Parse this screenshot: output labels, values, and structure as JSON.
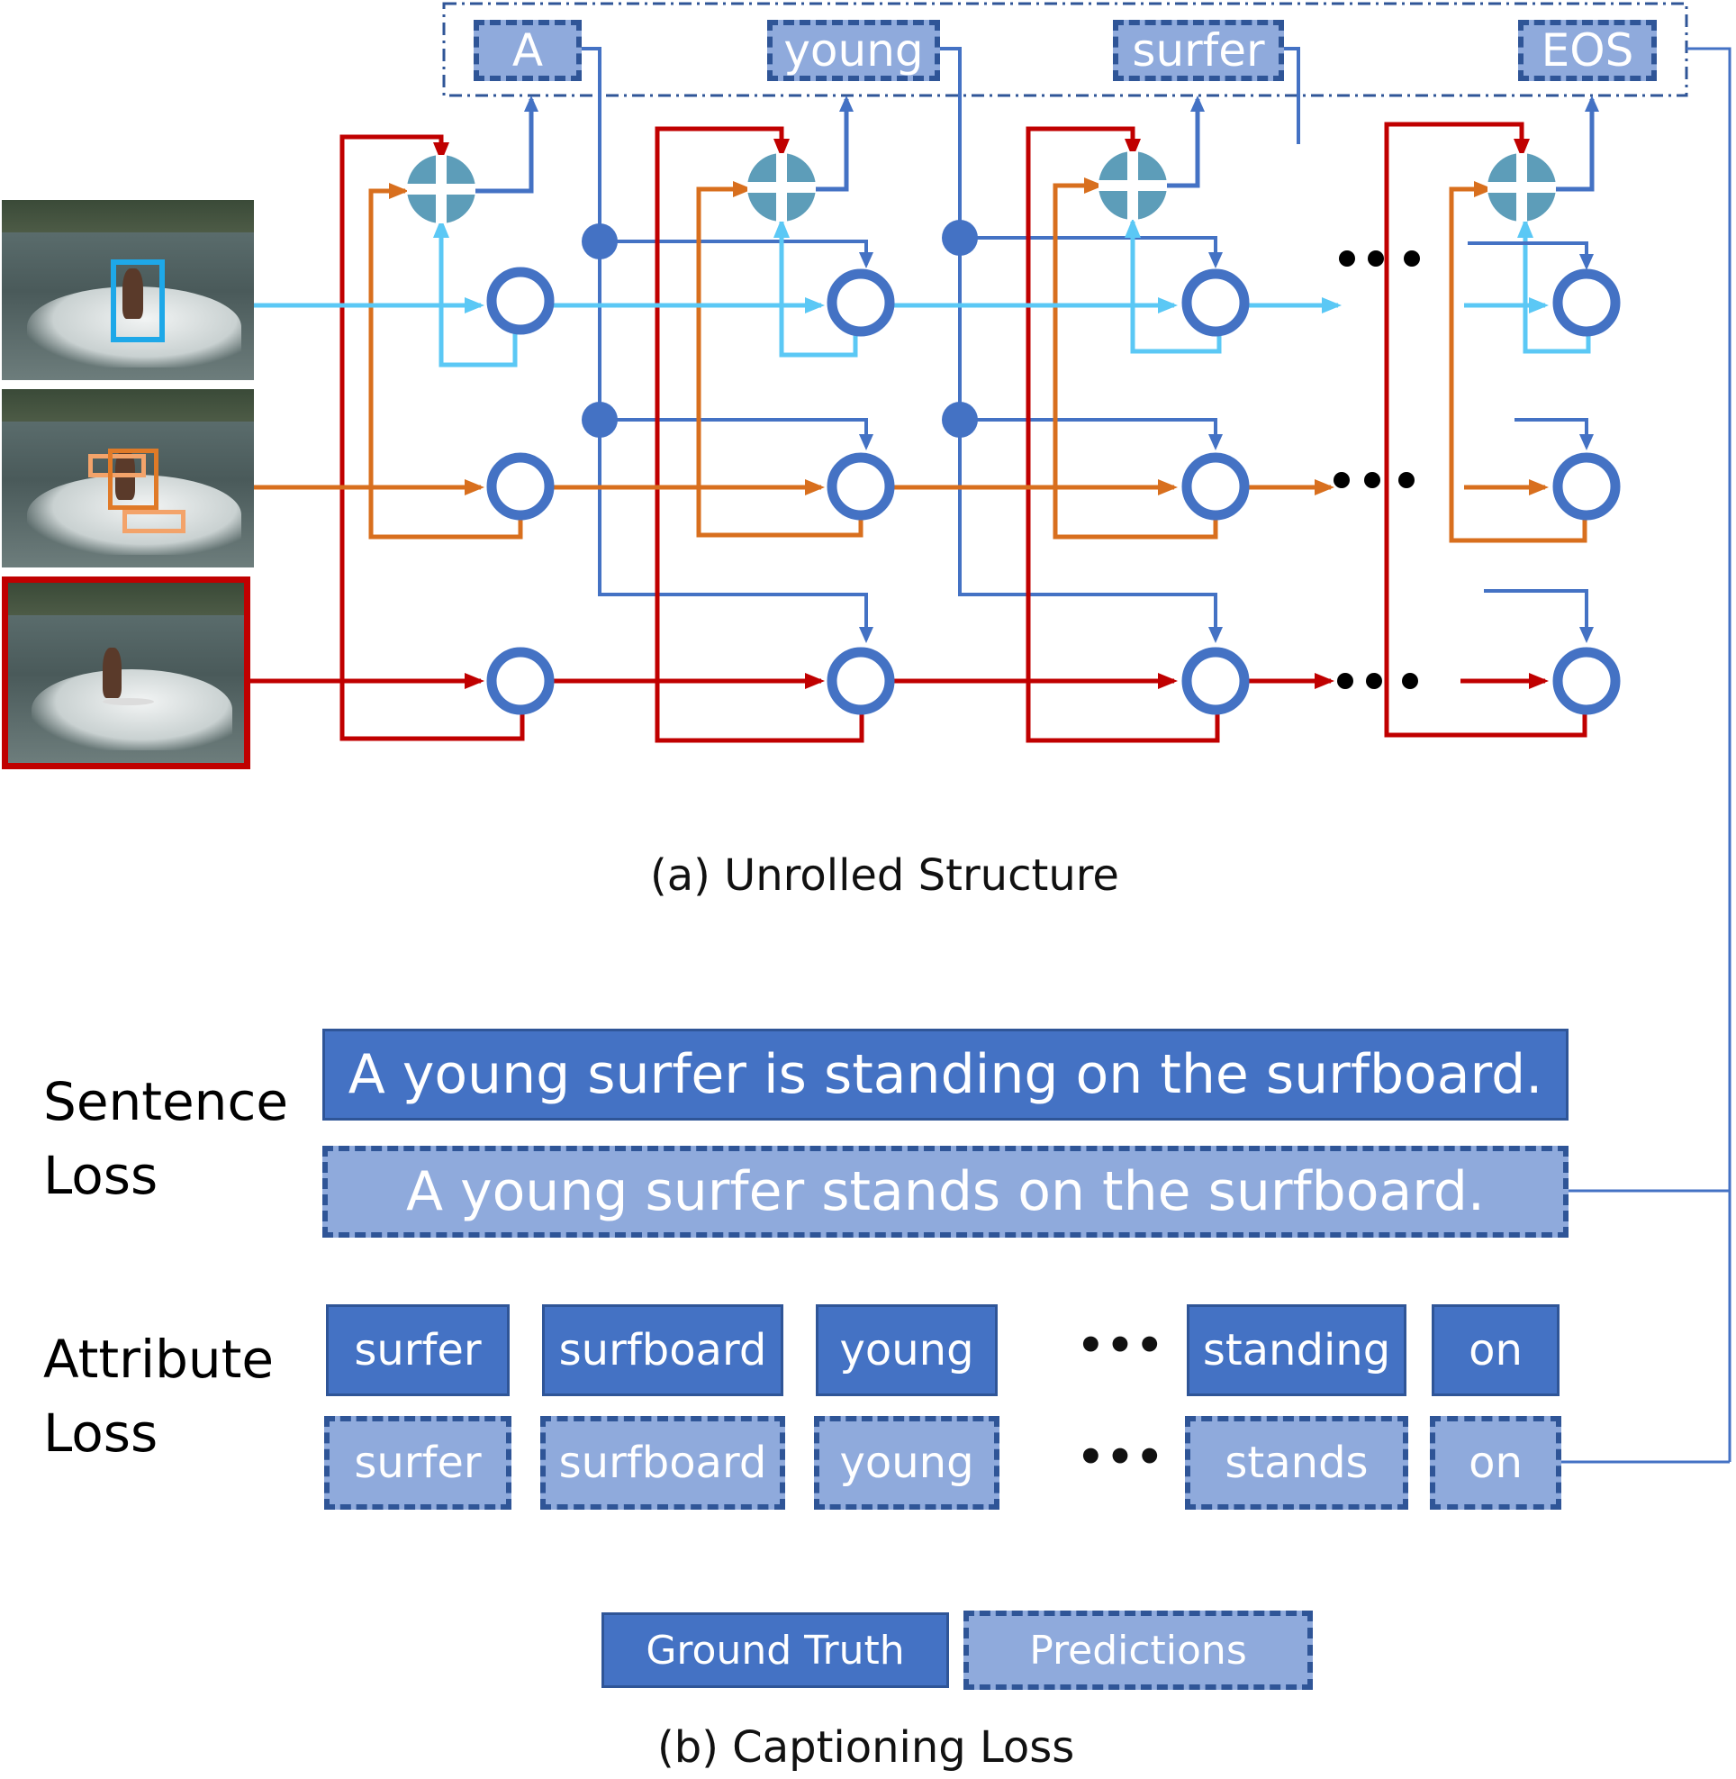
{
  "colors": {
    "blue_dark": "#4472c4",
    "blue_light": "#8faadc",
    "blue_border": "#2f5597",
    "cyan": "#5bc8f5",
    "orange": "#d86f1e",
    "red": "#c00000"
  },
  "diagram": {
    "output_words": [
      "A",
      "young",
      "surfer",
      "EOS"
    ],
    "caption_a": "(a)  Unrolled Structure",
    "icons": [
      "plus-node-icon",
      "lstm-cell-icon",
      "branch-dot-icon",
      "ellipsis-icon"
    ]
  },
  "loss": {
    "sentence_label_line1": "Sentence",
    "sentence_label_line2": "Loss",
    "sentence_gt": "A young surfer is standing on the surfboard.",
    "sentence_pred": "A young surfer stands on the surfboard.",
    "attribute_label_line1": "Attribute",
    "attribute_label_line2": "Loss",
    "attributes_gt": [
      "surfer",
      "surfboard",
      "young",
      "standing",
      "on"
    ],
    "attributes_pred": [
      "surfer",
      "surfboard",
      "young",
      "stands",
      "on"
    ],
    "ellipsis": "•••",
    "legend_gt": "Ground Truth",
    "legend_pred": "Predictions",
    "caption_b": "(b) Captioning Loss"
  }
}
